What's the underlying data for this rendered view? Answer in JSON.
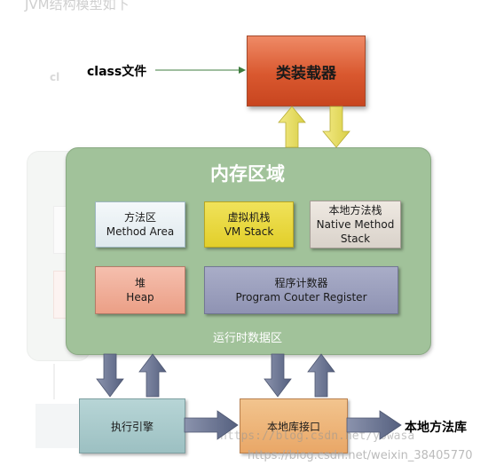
{
  "background": {
    "header_text": "JVM结构模型如下",
    "cl_text": "cl"
  },
  "diagram": {
    "class_file_label": "class文件",
    "class_loader": "类装载器",
    "memory_area_title": "内存区域",
    "runtime_data_area": "运行时数据区",
    "method_area": {
      "zh": "方法区",
      "en": "Method Area"
    },
    "vm_stack": {
      "zh": "虚拟机栈",
      "en": "VM Stack"
    },
    "native_method_stack": {
      "zh": "本地方法栈",
      "en1": "Native Method",
      "en2": "Stack"
    },
    "heap": {
      "zh": "堆",
      "en": "Heap"
    },
    "program_counter": {
      "zh": "程序计数器",
      "en": "Program Couter Register"
    },
    "execution_engine": "执行引擎",
    "native_interface": "本地库接口",
    "native_library": "本地方法库"
  },
  "watermarks": {
    "line1": "https://blog.csdn.net/yowasa",
    "line2": "https://blog.csdn.net/weixin_38405770"
  },
  "colors": {
    "memory_area": "#a1c29a",
    "class_loader": "#d9582f",
    "vm_stack": "#e8d63b",
    "heap": "#eea68e",
    "program_counter": "#9a9ebd",
    "execution_engine": "#a9cbcc",
    "native_interface": "#eeb67b",
    "arrow_up_down_loader": "#e6dc61",
    "arrow_gray_blue": "#6a7390"
  }
}
